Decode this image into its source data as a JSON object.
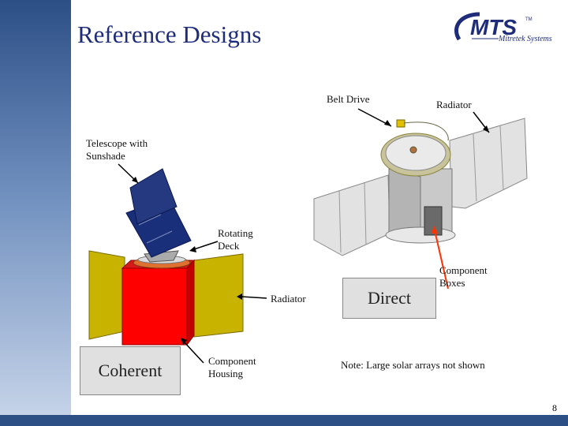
{
  "slide": {
    "title": "Reference Designs",
    "page_number": "8",
    "logo_text": "MTS",
    "logo_subtext": "Mitretek Systems",
    "logo_tm": "TM"
  },
  "labels": {
    "belt_drive": "Belt Drive",
    "radiator_top": "Radiator",
    "telescope_line1": "Telescope with",
    "telescope_line2": "Sunshade",
    "rotating_line1": "Rotating",
    "rotating_line2": "Deck",
    "radiator_left": "Radiator",
    "component_boxes_line1": "Component",
    "component_boxes_line2": "Boxes",
    "component_housing_line1": "Component",
    "component_housing_line2": "Housing",
    "note": "Note: Large solar arrays not shown"
  },
  "boxes": {
    "coherent": "Coherent",
    "direct": "Direct"
  },
  "colors": {
    "title": "#1f2c7a",
    "sidebar": "#2c4f86",
    "solar_panel": "#c8b400",
    "housing": "#ff0000",
    "telescope": "#1a2f7a"
  }
}
